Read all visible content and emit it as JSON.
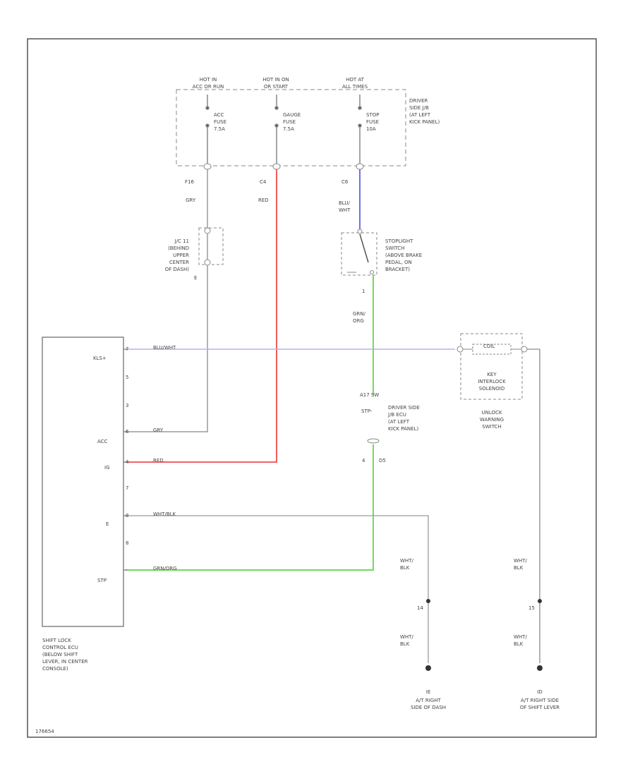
{
  "colors": {
    "frame": "#555555",
    "wire_gray": "#9a9a9a",
    "wire_red": "#ee4d4d",
    "wire_blue": "#6f6fee",
    "wire_green": "#6fdc58",
    "wire_lightblue": "#b4b4f2",
    "wire_black": "#8c8c8c",
    "text": "#444444"
  },
  "power": {
    "hot_in_run": "HOT IN\nACC OR RUN",
    "hot_in_on": "HOT IN ON\nOR START",
    "hot_at_all": "HOT AT\nALL TIMES"
  },
  "fuses": {
    "acc": "ACC\nFUSE\n7.5A",
    "gauge": "GAUGE\nFUSE\n7.5A",
    "stop": "STOP\nFUSE\n10A"
  },
  "jb": {
    "driver_side": "DRIVER\nSIDE J/B\n(AT LEFT\nKICK PANEL)",
    "pin_1": "F16",
    "pin_2": "C4",
    "pin_3": "C6"
  },
  "wires": {
    "gry": "GRY",
    "red": "RED",
    "blu_wht": "BLU/\nWHT",
    "grn_org": "GRN/\nORG",
    "kls_wire": "BLU/WHT",
    "acc_wire": "GRY",
    "ig_wire": "RED",
    "e_wire": "WHT/BLK",
    "stp_wire": "GRN/ORG",
    "wht_blk_1": "WHT/\nBLK",
    "wht_blk_2": "WHT/\nBLK",
    "wht_blk_3": "WHT/\nBLK",
    "wht_blk_4": "WHT/\nBLK"
  },
  "junction": {
    "label": "J/C 11\n(BEHIND\nUPPER\nCENTER\nOF DASH)",
    "pin_bottom": "E"
  },
  "stoplight": {
    "label": "STOPLIGHT\nSWITCH\n(ABOVE BRAKE\nPEDAL, ON\nBRACKET)",
    "pin": "1"
  },
  "ecu": {
    "label": "SHIFT LOCK\nCONTROL ECU\n(BELOW SHIFT\nLEVER, IN CENTER\nCONSOLE)",
    "pins": [
      "KLS+",
      "ACC",
      "IG",
      "E",
      "STP"
    ],
    "pin_nums": [
      "7",
      "5",
      "3",
      "6",
      "4",
      "7",
      "8",
      "8"
    ]
  },
  "key_interlock": {
    "label": "KEY\nINTERLOCK\nSOLENOID",
    "name": "UNLOCK\nWARNING\nSWITCH",
    "coil": "COIL"
  },
  "jb_ecu": {
    "label": "DRIVER SIDE\nJ/B ECU\n(AT LEFT\nKICK PANEL)",
    "pin_top": "A17 SW",
    "pin_stp": "STP-",
    "pin_bottom": "4",
    "pin_bottom_2": "D5"
  },
  "grounds": {
    "left_pin": "14",
    "right_pin": "15",
    "left_id": "IE",
    "right_id": "ID",
    "left_label": "A/T RIGHT\nSIDE OF DASH",
    "right_label": "A/T RIGHT SIDE\nOF SHIFT LEVER"
  },
  "footer": {
    "code": "176654"
  }
}
